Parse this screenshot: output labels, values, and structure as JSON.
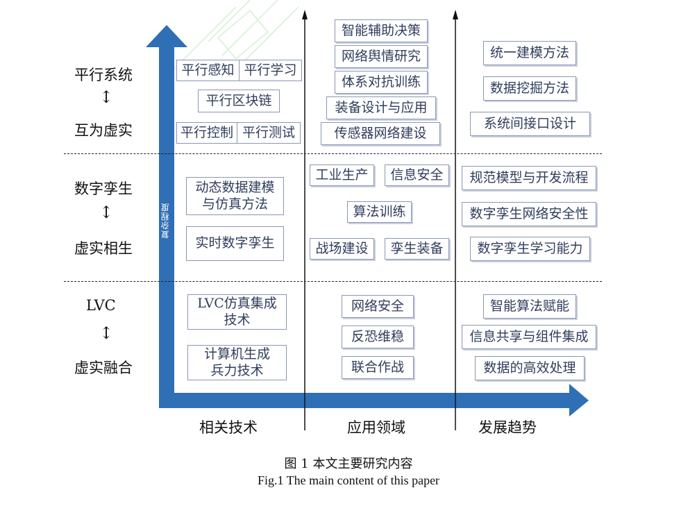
{
  "rows": {
    "top": {
      "label_a": "平行系统",
      "label_b": "互为虚实"
    },
    "middle": {
      "label_a": "数字孪生",
      "label_b": "虚实相生"
    },
    "bottom": {
      "label_a": "LVC",
      "label_b": "虚实融合"
    }
  },
  "columns": {
    "tech": "相关技术",
    "application": "应用领域",
    "trend": "发展趋势"
  },
  "axis_label": "复杂程度",
  "tech": {
    "top": [
      "平行感知",
      "平行学习",
      "平行区块链",
      "平行控制",
      "平行测试"
    ],
    "middle": [
      "动态数据建模",
      "与仿真方法",
      "实时数字孪生"
    ],
    "bottom": [
      "LVC仿真集成",
      "技术",
      "计算机生成",
      "兵力技术"
    ]
  },
  "application": {
    "top": [
      "智能辅助决策",
      "网络舆情研究",
      "体系对抗训练",
      "装备设计与应用",
      "传感器网络建设"
    ],
    "middle": [
      "工业生产",
      "信息安全",
      "算法训练",
      "战场建设",
      "孪生装备"
    ],
    "bottom": [
      "网络安全",
      "反恐维稳",
      "联合作战"
    ]
  },
  "trend": {
    "top": [
      "统一建模方法",
      "数据挖掘方法",
      "系统间接口设计"
    ],
    "middle": [
      "规范模型与开发流程",
      "数字孪生网络安全性",
      "数字孪生学习能力"
    ],
    "bottom": [
      "智能算法赋能",
      "信息共享与组件集成",
      "数据的高效处理"
    ]
  },
  "caption": {
    "cn": "图 1 本文主要研究内容",
    "en": "Fig.1 The main content of this paper"
  },
  "colors": {
    "axis": "#2e6fb6",
    "box_border": "#8a96b4",
    "box_text": "#2f3d5c"
  }
}
